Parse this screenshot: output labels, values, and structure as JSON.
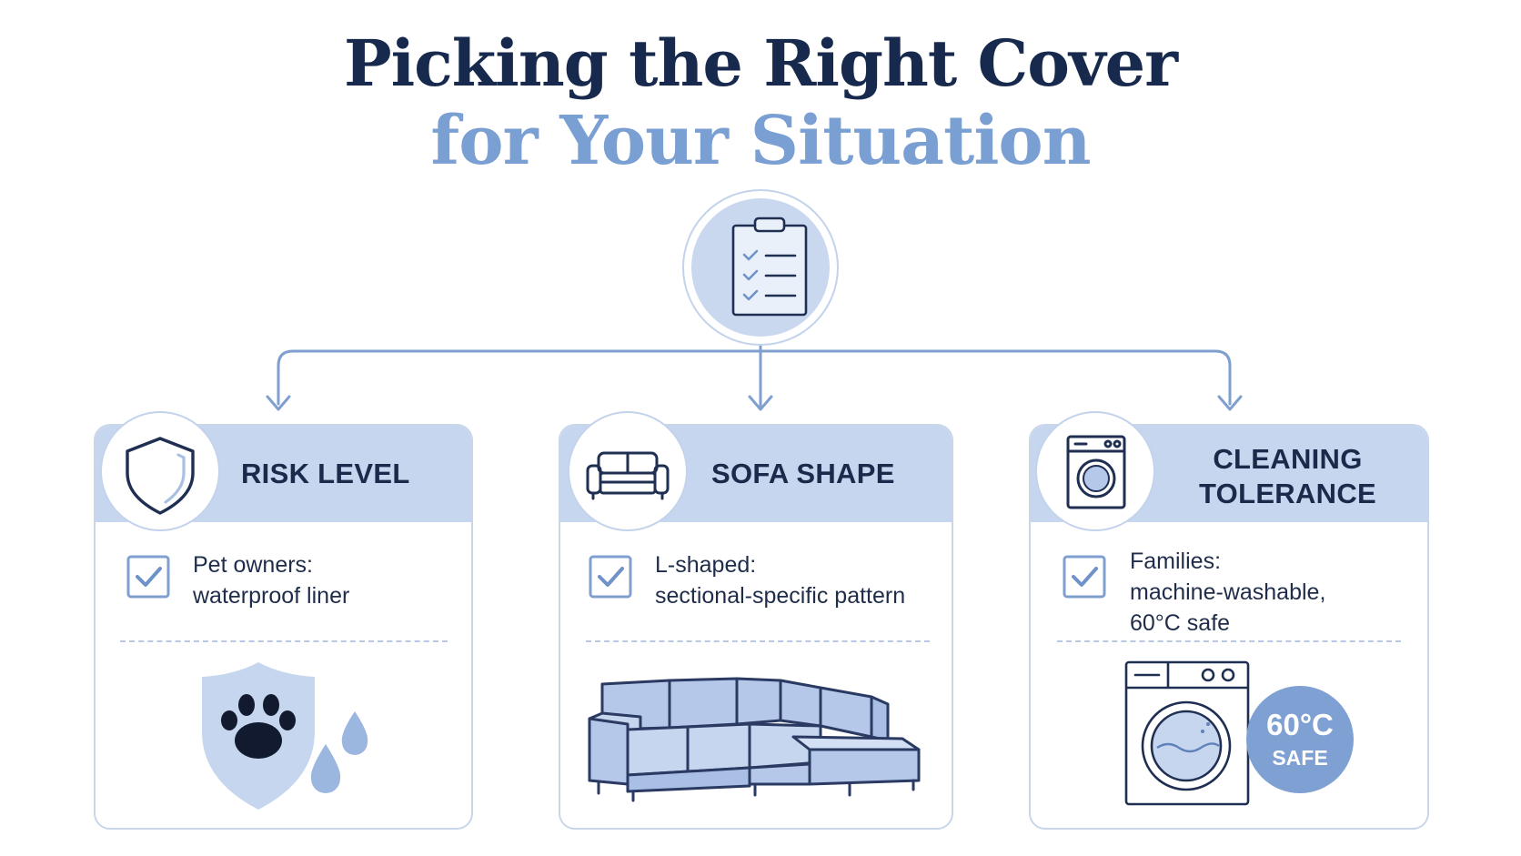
{
  "title": {
    "line1": "Picking the Right Cover",
    "line2": "for Your Situation"
  },
  "icons": {
    "center": "clipboard-checklist-icon",
    "risk": "shield-icon",
    "shape": "sofa-icon",
    "cleaning": "washing-machine-icon"
  },
  "cards": {
    "risk": {
      "title": "RISK LEVEL",
      "item_line1": "Pet owners:",
      "item_line2": "waterproof liner",
      "illustration": "paw-shield-water-drops"
    },
    "shape": {
      "title": "SOFA SHAPE",
      "item_line1": "L-shaped:",
      "item_line2": "sectional-specific pattern",
      "illustration": "l-shaped-sectional-sofa"
    },
    "cleaning": {
      "title_line1": "CLEANING",
      "title_line2": "TOLERANCE",
      "item_line1": "Families:",
      "item_line2": "machine-washable,",
      "item_line3": "60°C safe",
      "illustration": "washing-machine",
      "badge_temp": "60°C",
      "badge_label": "SAFE"
    }
  },
  "colors": {
    "navy": "#172a4e",
    "accent_blue": "#7a9fd2",
    "header_fill": "#c5d6ee",
    "line_blue": "#7f9fcf"
  }
}
